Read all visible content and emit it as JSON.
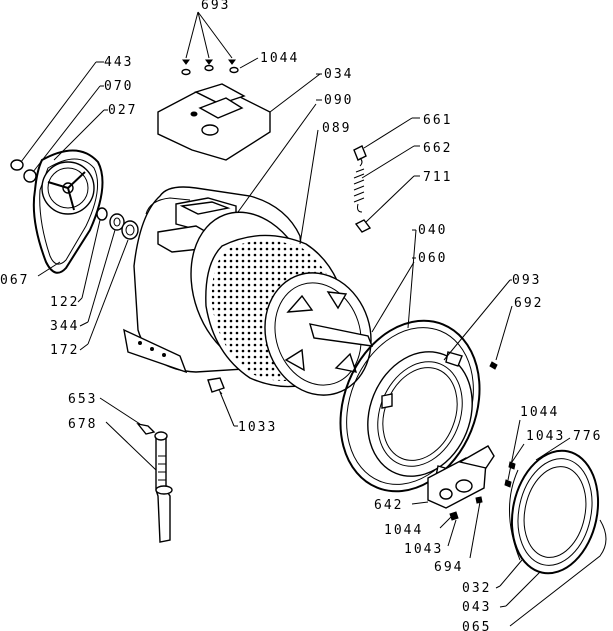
{
  "labels": {
    "p693": "693",
    "p1044_top": "1044",
    "p034": "034",
    "p443": "443",
    "p070": "070",
    "p027": "027",
    "p090": "090",
    "p089": "089",
    "p661": "661",
    "p662": "662",
    "p711": "711",
    "p040": "040",
    "p060": "060",
    "p093": "093",
    "p692": "692",
    "p067": "067",
    "p122": "122",
    "p344": "344",
    "p172": "172",
    "p653": "653",
    "p678": "678",
    "p1033": "1033",
    "p1044_r": "1044",
    "p1043_r": "1043",
    "p776": "776",
    "p642": "642",
    "p1044_b": "1044",
    "p1043_b": "1043",
    "p694": "694",
    "p032": "032",
    "p043": "043",
    "p065": "065"
  }
}
